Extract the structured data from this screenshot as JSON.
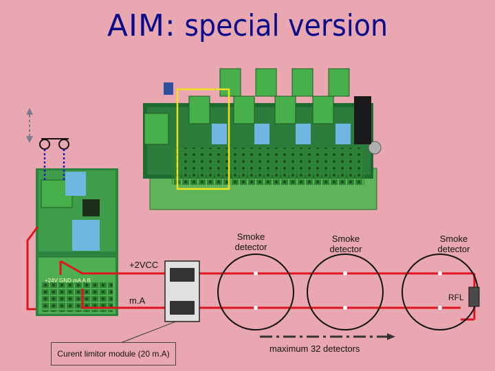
{
  "title_part1": "AIM:",
  "title_part2": " special version",
  "detectors": [
    {
      "label_line1": "Smoke",
      "label_line2": "detector"
    },
    {
      "label_line1": "Smoke",
      "label_line2": "detector"
    },
    {
      "label_line1": "Smoke",
      "label_line2": "detector"
    }
  ],
  "line_vcc": "+2VCC",
  "line_ma": "m.A",
  "rfl_label": "RFL",
  "terminal_text": "+24V GND mA A B",
  "limitor_label": "Curent limitor module (20 m.A)",
  "max_label": "maximum 32 detectors",
  "colors": {
    "background": "#e8a7b1",
    "title": "#0b0b8a",
    "wire": "#e0141e",
    "circuit_board": "#3a9a3e",
    "highlight": "#f0e020",
    "dashed_arrow": "#333333"
  }
}
